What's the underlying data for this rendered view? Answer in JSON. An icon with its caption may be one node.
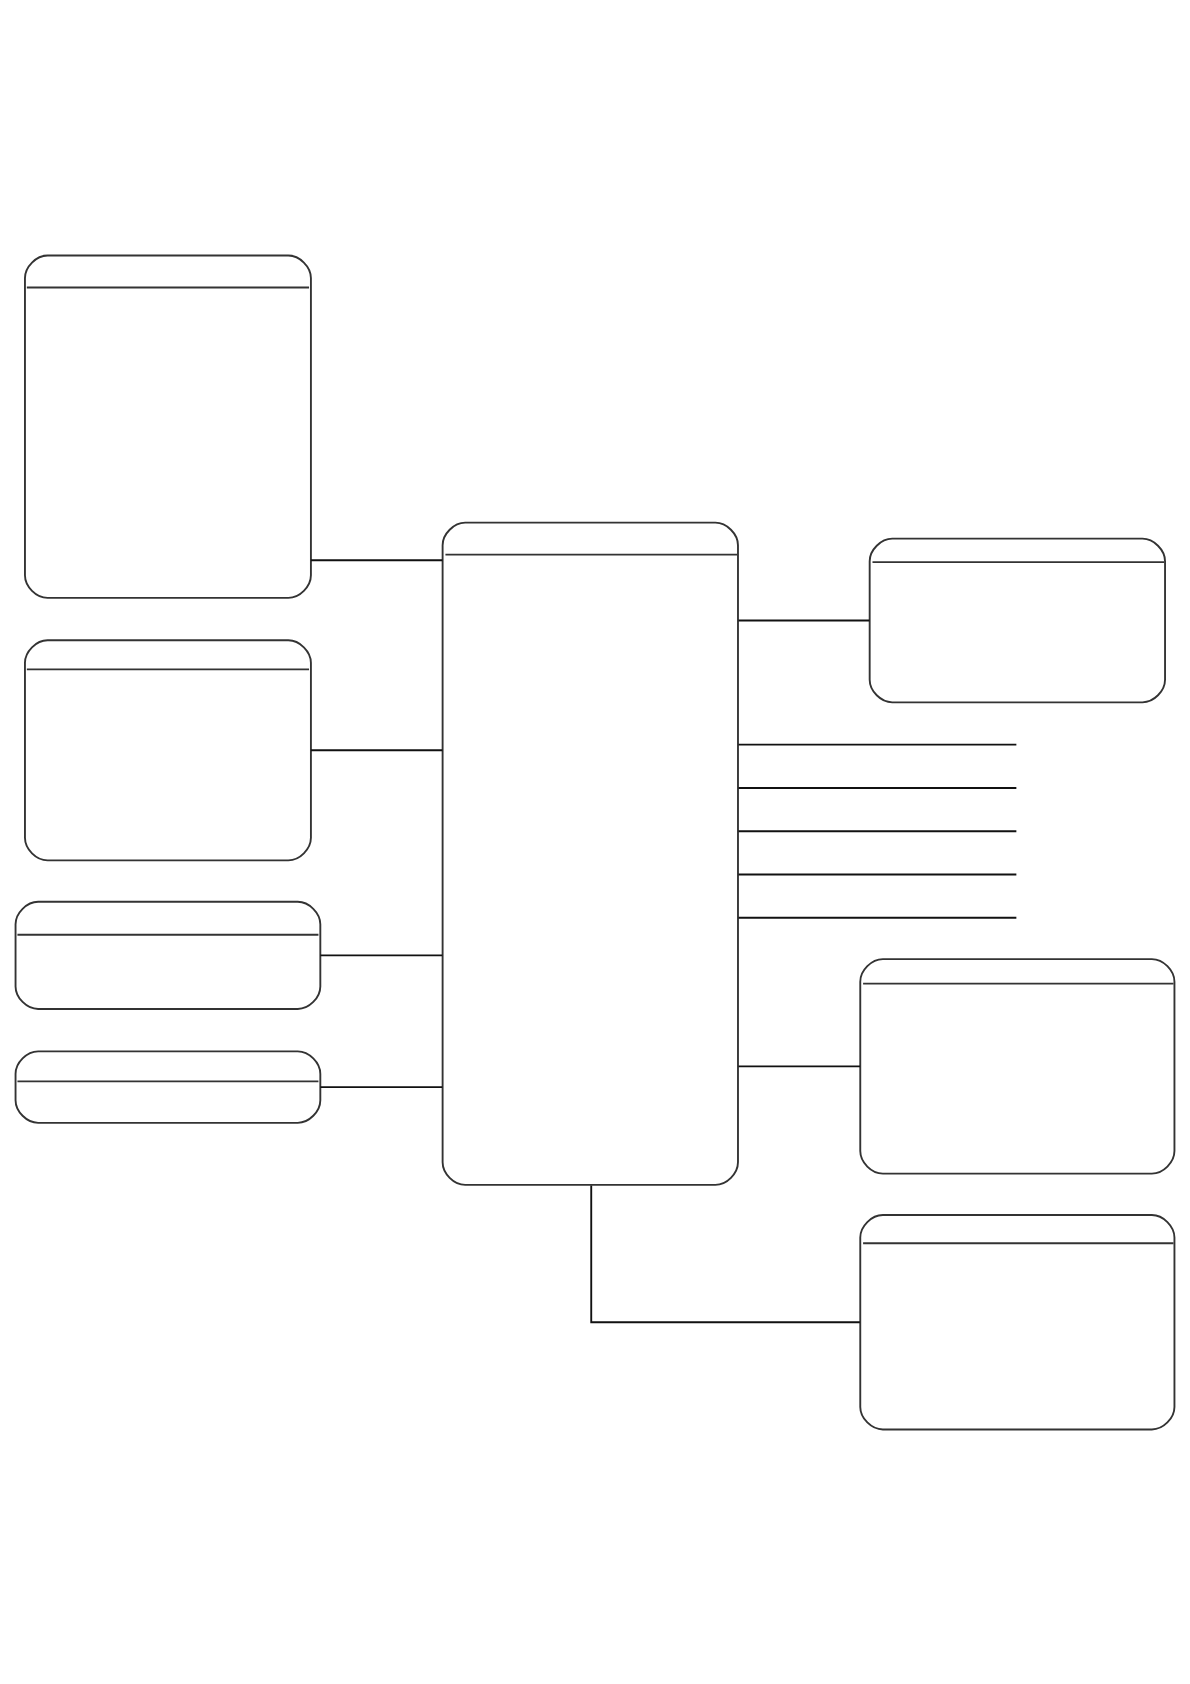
{
  "diagram": {
    "nodes": [
      {
        "text": [],
        "shape": "box"
      },
      {
        "text": [],
        "shape": "box"
      },
      {
        "text": [],
        "shape": "box"
      },
      {
        "text": [],
        "shape": "box"
      },
      {
        "text": [],
        "shape": "box"
      },
      {
        "text": [],
        "shape": "box"
      },
      {
        "text": [],
        "shape": "box"
      },
      {
        "text": [],
        "shape": "box"
      }
    ],
    "edges": [
      {
        "from": 0,
        "to": 1,
        "arrow": "none"
      },
      {
        "from": 3,
        "to": 1,
        "arrow": "none"
      },
      {
        "from": 4,
        "to": 1,
        "arrow": "none"
      },
      {
        "from": 5,
        "to": 1,
        "arrow": "none"
      },
      {
        "from": 1,
        "to": 2,
        "arrow": "none"
      },
      {
        "from": 1,
        "to": null,
        "arrow": "none"
      },
      {
        "from": 1,
        "to": null,
        "arrow": "none"
      },
      {
        "from": 1,
        "to": null,
        "arrow": "none"
      },
      {
        "from": 1,
        "to": null,
        "arrow": "none"
      },
      {
        "from": 1,
        "to": null,
        "arrow": "none"
      },
      {
        "from": 1,
        "to": 7,
        "arrow": "none"
      },
      {
        "from": 1,
        "to": 6,
        "arrow": "none"
      }
    ]
  }
}
